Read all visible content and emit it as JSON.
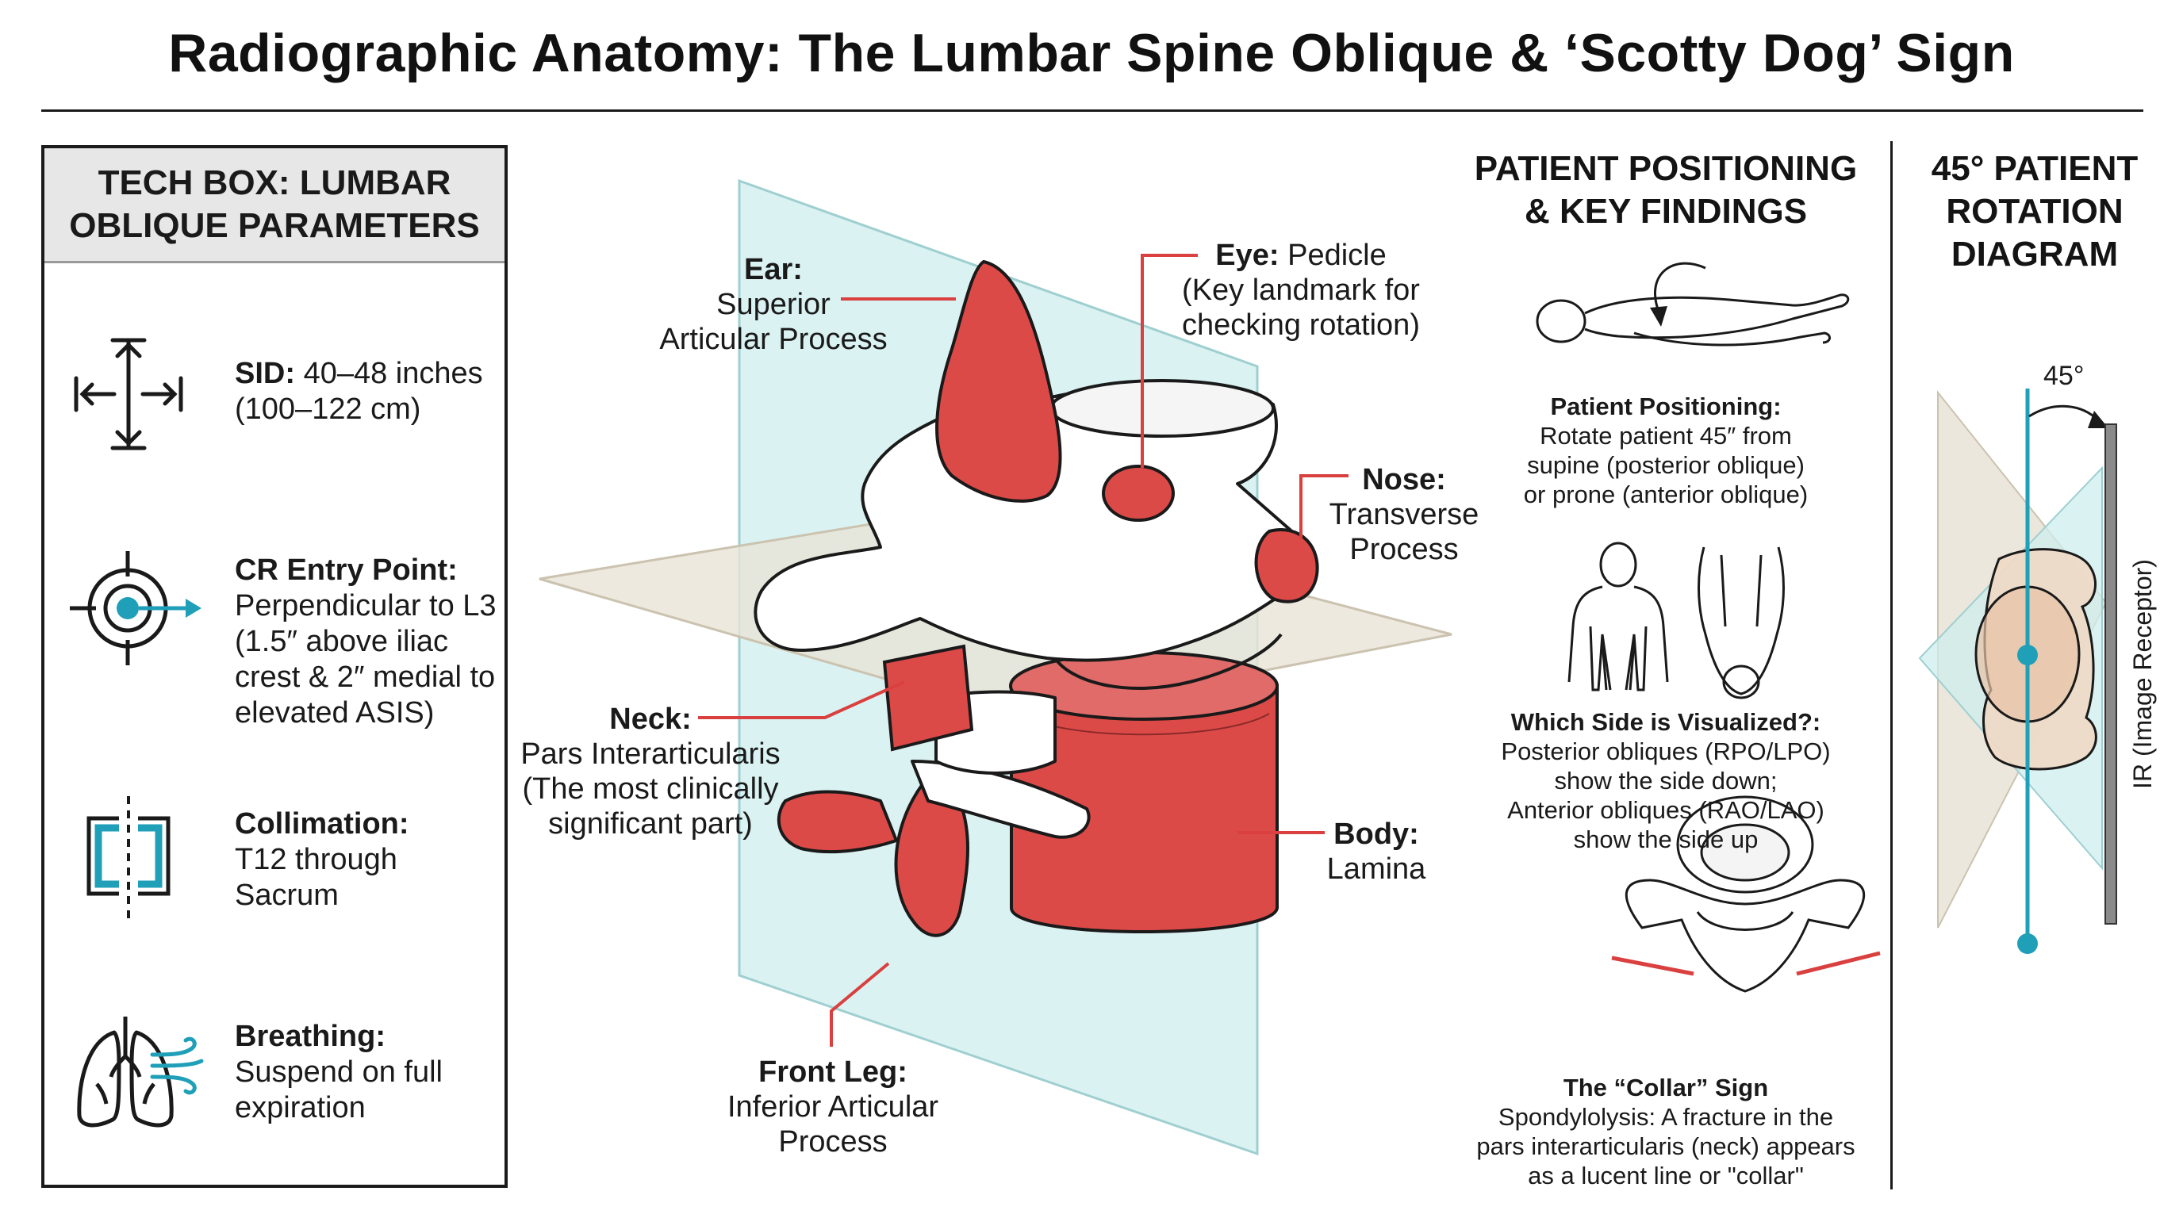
{
  "title": "Radiographic Anatomy: The Lumbar Spine Oblique & ‘Scotty Dog’ Sign",
  "tech_box": {
    "header": "TECH BOX: LUMBAR\nOBLIQUE PARAMETERS",
    "params": [
      {
        "icon": "distance-arrows-icon",
        "label": "SID:",
        "text": "40–48 inches (100–122 cm)"
      },
      {
        "icon": "crosshair-target-icon",
        "label": "CR Entry Point:",
        "text": "Perpendicular to L3 (1.5″ above iliac crest & 2″ medial to elevated ASIS)"
      },
      {
        "icon": "collimation-frame-icon",
        "label": "Collimation:",
        "text": "T12 through Sacrum"
      },
      {
        "icon": "lungs-icon",
        "label": "Breathing:",
        "text": "Suspend on full expiration"
      }
    ]
  },
  "scotty_dog": {
    "ear": {
      "label": "Ear:",
      "text": "Superior\nArticular Process"
    },
    "eye": {
      "label": "Eye:",
      "text": "Pedicle",
      "note": "(Key landmark for\nchecking rotation)"
    },
    "nose": {
      "label": "Nose:",
      "text": "Transverse\nProcess"
    },
    "neck": {
      "label": "Neck:",
      "text": "Pars Interarticularis\n(The most clinically\nsignificant part)"
    },
    "body": {
      "label": "Body:",
      "text": "Lamina"
    },
    "front_leg": {
      "label": "Front Leg:",
      "text": "Inferior Articular\nProcess"
    }
  },
  "positioning": {
    "header": "PATIENT POSITIONING\n& KEY FINDINGS",
    "findings": [
      {
        "heading": "Patient Positioning:",
        "text": "Rotate patient 45″ from\nsupine (posterior oblique)\nor prone (anterior oblique)"
      },
      {
        "heading": "Which Side is Visualized?:",
        "text": "Posterior obliques (RPO/LPO)\nshow the side down;\nAnterior obliques (RAO/LAO)\nshow the side up"
      },
      {
        "heading": "The “Collar” Sign",
        "text": "Spondylolysis: A fracture in the\npars interarticularis (neck) appears\nas a lucent line or \"collar\""
      }
    ]
  },
  "rotation": {
    "header": "45° PATIENT\nROTATION\nDIAGRAM",
    "angle": "45°",
    "receptor": "IR (Image Receptor)"
  },
  "colors": {
    "accent_red": "#d9403f",
    "bone_red": "#dc4a48",
    "plane_teal": "#cfeeee",
    "plane_beige": "#e9e3d6",
    "icon_teal": "#1f9fb8"
  }
}
